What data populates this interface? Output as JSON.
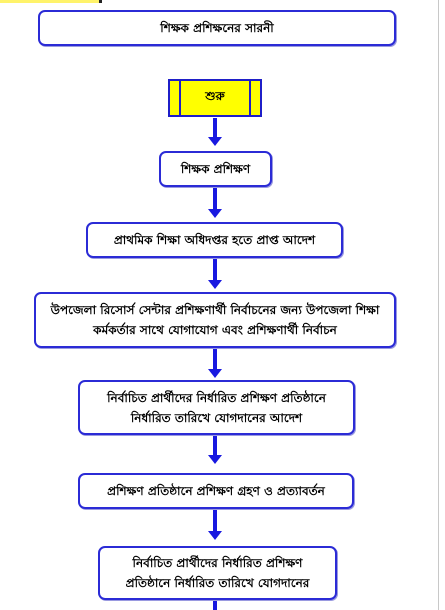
{
  "diagram": {
    "title": "শিক্ষক প্রশিক্ষনের সারনী",
    "start": "শুরু",
    "steps": [
      "শিক্ষক প্রশিক্ষণ",
      "প্রাথমিক শিক্ষা অধিদপ্তর হতে প্রাপ্ত আদেশ",
      "উপজেলা রিসোর্স সেন্টার প্রশিক্ষণার্থী নির্বাচনের জন্য উপজেলা শিক্ষা কর্মকর্তার সাথে যোগাযোগ এবং প্রশিক্ষণার্থী নির্বাচন",
      "নির্বাচিত প্রার্থীদের নির্ধারিত প্রশিক্ষণ প্রতিষ্ঠানে নির্ধারিত তারিখে যোগদানের আদেশ",
      "প্রশিক্ষণ প্রতিষ্ঠানে প্রশিক্ষণ গ্রহণ ও প্রত্যাবর্তন",
      "নির্বাচিত প্রার্থীদের নির্ধারিত প্রশিক্ষণ প্রতিষ্ঠানে নির্ধারিত তারিখে যোগদানের"
    ],
    "colors": {
      "box_border": "#2b2bd6",
      "arrow": "#1818e0",
      "start_fill": "#ffff00"
    }
  }
}
